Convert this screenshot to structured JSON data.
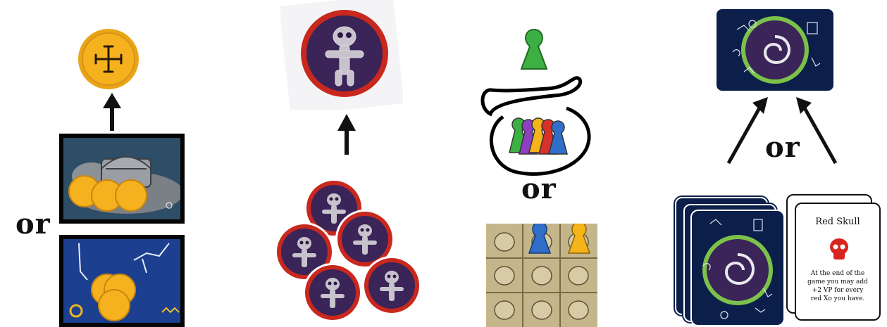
{
  "separators": {
    "or_1": "or",
    "or_2": "or",
    "or_3": "or"
  },
  "card": {
    "title": "Red Skull",
    "text_line1": "At the end of the",
    "text_line2": "game you may add",
    "text_line3": "+2 VP for every",
    "text_line4": "red  Xo you have."
  },
  "colors": {
    "coin": "#f5b21e",
    "token_ring": "#c8281e",
    "token_fill": "#3a2458",
    "card_back": "#0b1f4a",
    "card_ring": "#7cc24a",
    "meeple_green": "#3cb043",
    "meeple_blue": "#2f6fc9",
    "meeple_yellow": "#f4b41a"
  },
  "icons": [
    "coin-icon",
    "treasure-chest-icon",
    "ghost-token-icon",
    "meeple-icon",
    "bag-icon",
    "skull-board-icon",
    "card-back-icon",
    "red-skull-icon",
    "arrow-up-icon"
  ]
}
